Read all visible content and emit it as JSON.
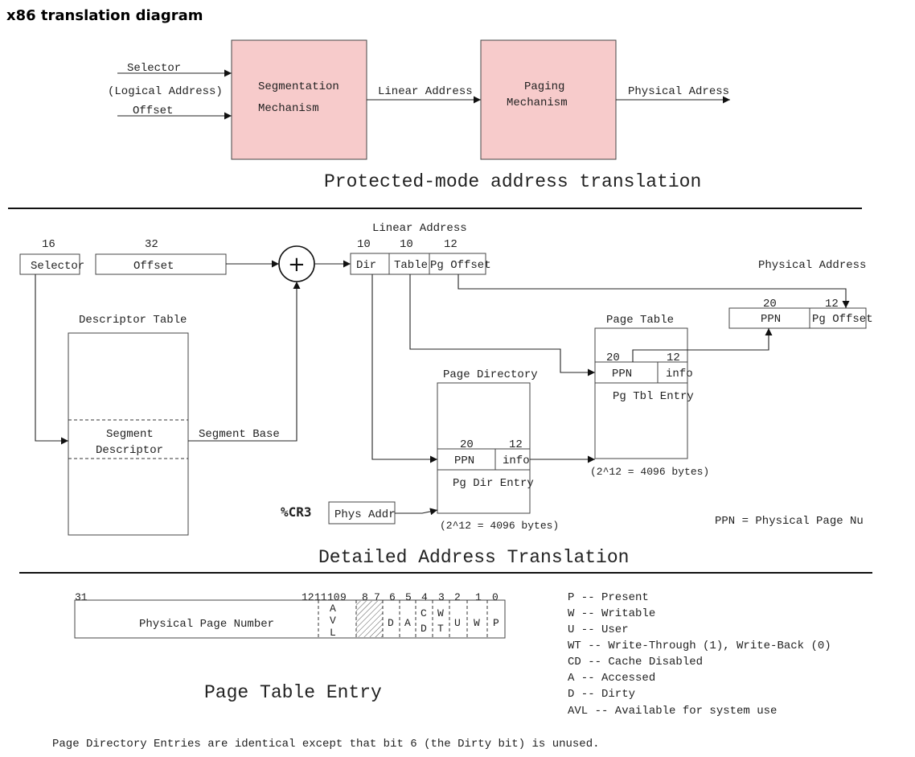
{
  "page_title": "x86 translation diagram",
  "top": {
    "selector": "Selector",
    "logical_address": "(Logical Address)",
    "offset": "Offset",
    "segmentation_line1": "Segmentation",
    "segmentation_line2": "Mechanism",
    "linear_address": "Linear Address",
    "paging_line1": "Paging",
    "paging_line2": "Mechanism",
    "physical_address": "Physical Adress",
    "caption": "Protected-mode address translation"
  },
  "middle": {
    "selector_bits": "16",
    "selector": "Selector",
    "offset_bits": "32",
    "offset": "Offset",
    "plus": "+",
    "linear_address": "Linear Address",
    "dir_bits": "10",
    "table_bits": "10",
    "pgoffset_bits": "12",
    "dir": "Dir",
    "table": "Table",
    "pg_offset": "Pg Offset",
    "physical_address": "Physical Address",
    "phys_ppn_bits": "20",
    "phys_off_bits": "12",
    "phys_ppn": "PPN",
    "phys_pg_offset": "Pg Offset",
    "descriptor_table": "Descriptor Table",
    "segment_desc_line1": "Segment",
    "segment_desc_line2": "Descriptor",
    "segment_base": "Segment Base",
    "page_table": "Page Table",
    "pt_ppn_bits": "20",
    "pt_info_bits": "12",
    "pt_ppn": "PPN",
    "pt_info": "info",
    "pt_entry": "Pg Tbl Entry",
    "pt_size": "(2^12 = 4096 bytes)",
    "page_directory": "Page Directory",
    "pd_ppn_bits": "20",
    "pd_info_bits": "12",
    "pd_ppn": "PPN",
    "pd_info": "info",
    "pd_entry": "Pg Dir Entry",
    "pd_size": "(2^12 = 4096 bytes)",
    "cr3": "%CR3",
    "phys_addr": "Phys Addr",
    "ppn_note": "PPN = Physical Page Nu",
    "caption": "Detailed Address Translation"
  },
  "bottom": {
    "bit_numbers": [
      "31",
      "12",
      "11",
      "10",
      "9",
      "8",
      "7",
      "6",
      "5",
      "4",
      "3",
      "2",
      "1",
      "0"
    ],
    "physical_page_number": "Physical Page Number",
    "avl": [
      "A",
      "V",
      "L"
    ],
    "d": "D",
    "a": "A",
    "cd": [
      "C",
      "D"
    ],
    "wt": [
      "W",
      "T"
    ],
    "u": "U",
    "w": "W",
    "p": "P",
    "caption": "Page Table Entry",
    "legend": [
      "P -- Present",
      "W -- Writable",
      "U -- User",
      "WT -- Write-Through (1), Write-Back (0)",
      "CD -- Cache Disabled",
      "A -- Accessed",
      "D -- Dirty",
      "AVL -- Available for system use"
    ],
    "footnote": "Page Directory Entries are identical except that bit 6 (the Dirty bit) is unused."
  }
}
